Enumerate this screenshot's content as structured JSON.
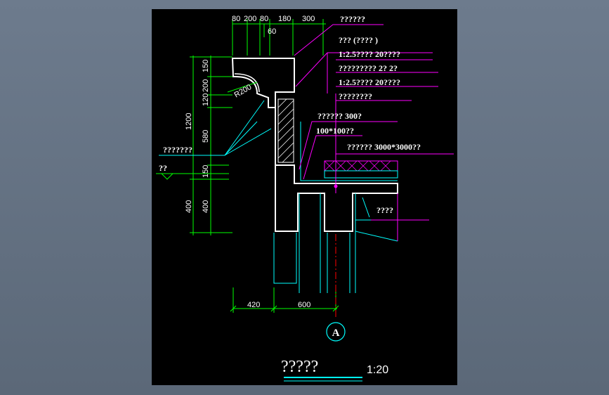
{
  "top_dims": [
    "80",
    "200",
    "80",
    "180",
    "300"
  ],
  "top_dim_sub": "60",
  "left_dims_outer": [
    "1200",
    "400"
  ],
  "left_dims_inner": [
    "150",
    "200",
    "120",
    "580",
    "150",
    "400"
  ],
  "radius_label": "R200",
  "bottom_dims": [
    "420",
    "600"
  ],
  "notes": [
    "??????",
    "??? (???? )",
    "1:2.5???? 20????",
    "?????????  2? 2?",
    "1:2.5???? 20????",
    "????????",
    "?????? 300?",
    "100*100??",
    "?????? 3000*3000??",
    "????",
    "???????",
    "??"
  ],
  "axis_label": "A",
  "caption": "?????",
  "scale": "1:20",
  "colors": {
    "background": "#000000",
    "dimension": "#00ff00",
    "leader": "#ff00ff",
    "outline": "#ffffff",
    "hatch": "#00a0ff",
    "structure": "#00ffff",
    "axis": "#ff0000"
  }
}
